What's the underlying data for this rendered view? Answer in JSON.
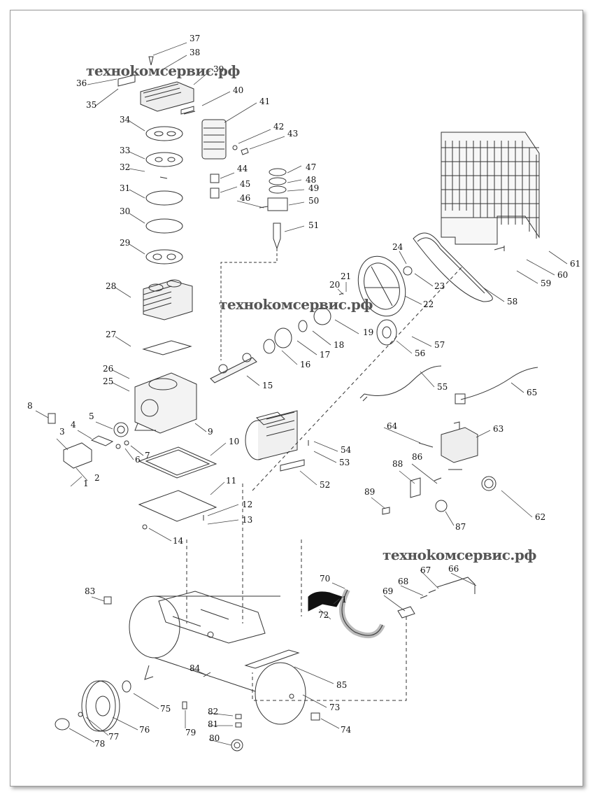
{
  "watermark": "техноkомсервис.рф",
  "part_numbers": [
    "1",
    "2",
    "3",
    "4",
    "5",
    "6",
    "7",
    "8",
    "9",
    "10",
    "11",
    "12",
    "13",
    "14",
    "15",
    "16",
    "17",
    "18",
    "19",
    "20",
    "21",
    "22",
    "23",
    "24",
    "25",
    "26",
    "27",
    "28",
    "29",
    "30",
    "31",
    "32",
    "33",
    "34",
    "35",
    "36",
    "37",
    "38",
    "39",
    "40",
    "41",
    "42",
    "43",
    "44",
    "45",
    "46",
    "47",
    "48",
    "49",
    "50",
    "51",
    "52",
    "53",
    "54",
    "55",
    "56",
    "57",
    "58",
    "59",
    "60",
    "61",
    "62",
    "63",
    "64",
    "65",
    "66",
    "67",
    "68",
    "69",
    "70",
    "71",
    "72",
    "73",
    "74",
    "75",
    "76",
    "77",
    "78",
    "79",
    "80",
    "81",
    "82",
    "83",
    "84",
    "85",
    "86",
    "87",
    "88",
    "89"
  ]
}
